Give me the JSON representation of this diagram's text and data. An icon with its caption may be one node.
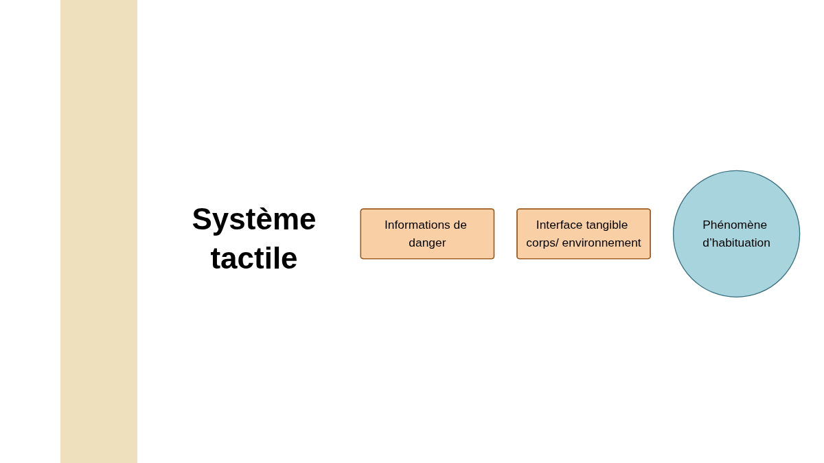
{
  "diagram": {
    "nodes": [
      {
        "text": [
          "Informations de danger"
        ]
      },
      {
        "text": [
          "Interface tangible corps/ environnement"
        ]
      },
      {
        "text": [
          "Phénomène d’habituation"
        ]
      }
    ],
    "labels": [
      "Système tactile"
    ]
  }
}
